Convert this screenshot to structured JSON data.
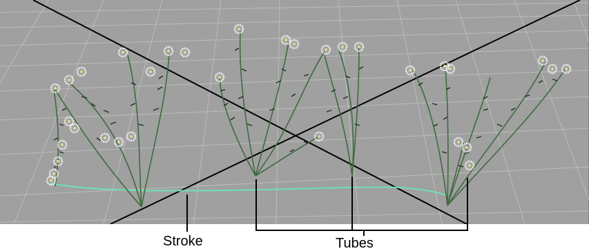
{
  "labels": {
    "stroke": "Stroke",
    "tubes": "Tubes"
  },
  "colors": {
    "viewport_background": "#a0a0a0",
    "grid_line": "#bcbcbc",
    "axis_line": "#000000",
    "stroke_curve": "#6fe0b4",
    "stem": "#3f6a3f",
    "leaf": "#1e2a1e",
    "flower_petal": "#ffffff",
    "flower_center": "#d8d890"
  },
  "scene": {
    "stroke_count": 1,
    "tube_count": 3,
    "flower_clusters": 6
  }
}
